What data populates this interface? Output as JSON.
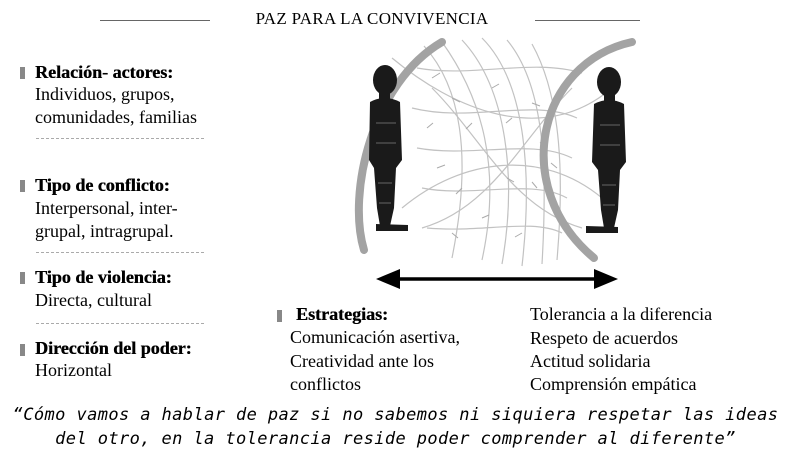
{
  "title": "PAZ PARA LA CONVIVENCIA",
  "sections": [
    {
      "heading": "Relación- actores:",
      "lines": [
        "Individuos, grupos,",
        "comunidades, familias"
      ]
    },
    {
      "heading": "Tipo de conflicto:",
      "lines": [
        "Interpersonal, inter-",
        "grupal, intragrupal."
      ]
    },
    {
      "heading": "Tipo de violencia:",
      "lines": [
        "Directa, cultural"
      ]
    },
    {
      "heading": "Dirección del poder:",
      "lines": [
        "Horizontal"
      ]
    }
  ],
  "strategies": {
    "heading": "Estrategias:",
    "left": [
      "Comunicación asertiva,",
      "Creatividad ante los",
      "conflictos"
    ],
    "right": [
      "Tolerancia a la diferencia",
      "Respeto de acuerdos",
      "Actitud solidaria",
      "Comprensión empática"
    ]
  },
  "quote": [
    "“Cómo vamos a hablar de paz si no sabemos ni siquiera respetar las ideas",
    "del otro, en la tolerancia reside poder comprender al diferente”"
  ],
  "colors": {
    "ink": "#000000",
    "rule": "#666666",
    "curve": "#a0a0a0",
    "weave": "#bdbdbd"
  }
}
